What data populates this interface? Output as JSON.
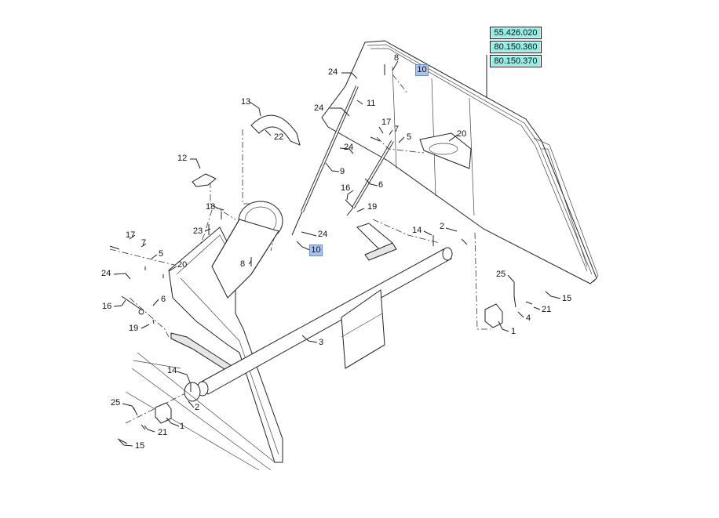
{
  "reference_codes": [
    "55.426.020",
    "80.150.360",
    "80.150.370"
  ],
  "highlighted_callouts": [
    "10",
    "10"
  ],
  "callouts": {
    "c8_top": "8",
    "c24_a": "24",
    "c11": "11",
    "c24_b": "24",
    "c17_r": "17",
    "c7_r": "7",
    "c5_r": "5",
    "c24_c": "24",
    "c20_r": "20",
    "c13": "13",
    "c22": "22",
    "c12": "12",
    "c9": "9",
    "c16_r": "16",
    "c6_r": "6",
    "c19_r": "19",
    "c18": "18",
    "c23": "23",
    "c24_d": "24",
    "c8_l": "8",
    "c14_r": "14",
    "c2_r": "2",
    "c17_l": "17",
    "c7_l": "7",
    "c5_l": "5",
    "c20_l": "20",
    "c24_e": "24",
    "c16_l": "16",
    "c6_l": "6",
    "c19_l": "19",
    "c3": "3",
    "c25_r": "25",
    "c15_r": "15",
    "c21_r": "21",
    "c4": "4",
    "c1_r": "1",
    "c14_l": "14",
    "c2_l": "2",
    "c25_l": "25",
    "c1_l": "1",
    "c21_l": "21",
    "c15_l": "15"
  }
}
